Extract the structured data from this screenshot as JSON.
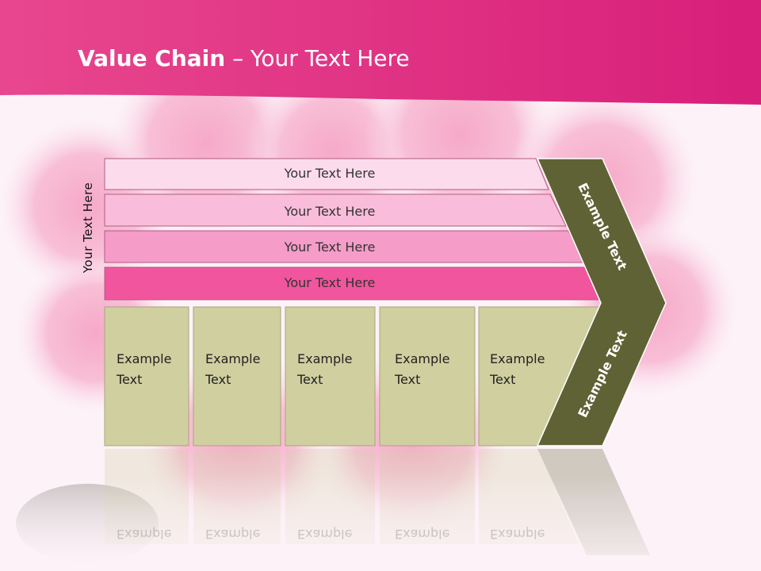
{
  "slide": {
    "title_bold": "Value Chain",
    "title_rest": " – Your Text Here",
    "vertical_label": "Your Text Here",
    "bands": [
      {
        "label": "Your Text Here",
        "color": "#fcdcec"
      },
      {
        "label": "Your Text Here",
        "color": "#f9bddb"
      },
      {
        "label": "Your Text Here",
        "color": "#f59cc9"
      },
      {
        "label": "Your Text Here",
        "color": "#f0559d"
      }
    ],
    "boxes": [
      {
        "line1": "Example",
        "line2": "Text"
      },
      {
        "line1": "Example",
        "line2": "Text"
      },
      {
        "line1": "Example",
        "line2": "Text"
      },
      {
        "line1": "Example",
        "line2": "Text"
      },
      {
        "line1": "Example",
        "line2": "Text"
      }
    ],
    "chevron_upper_text": "Example Text",
    "chevron_lower_text": "Example Text",
    "colors": {
      "header": "#e2157a",
      "box_fill": "#d0cfa0",
      "chevron_fill": "#5f6234",
      "bg": "#fdf2f8"
    }
  }
}
